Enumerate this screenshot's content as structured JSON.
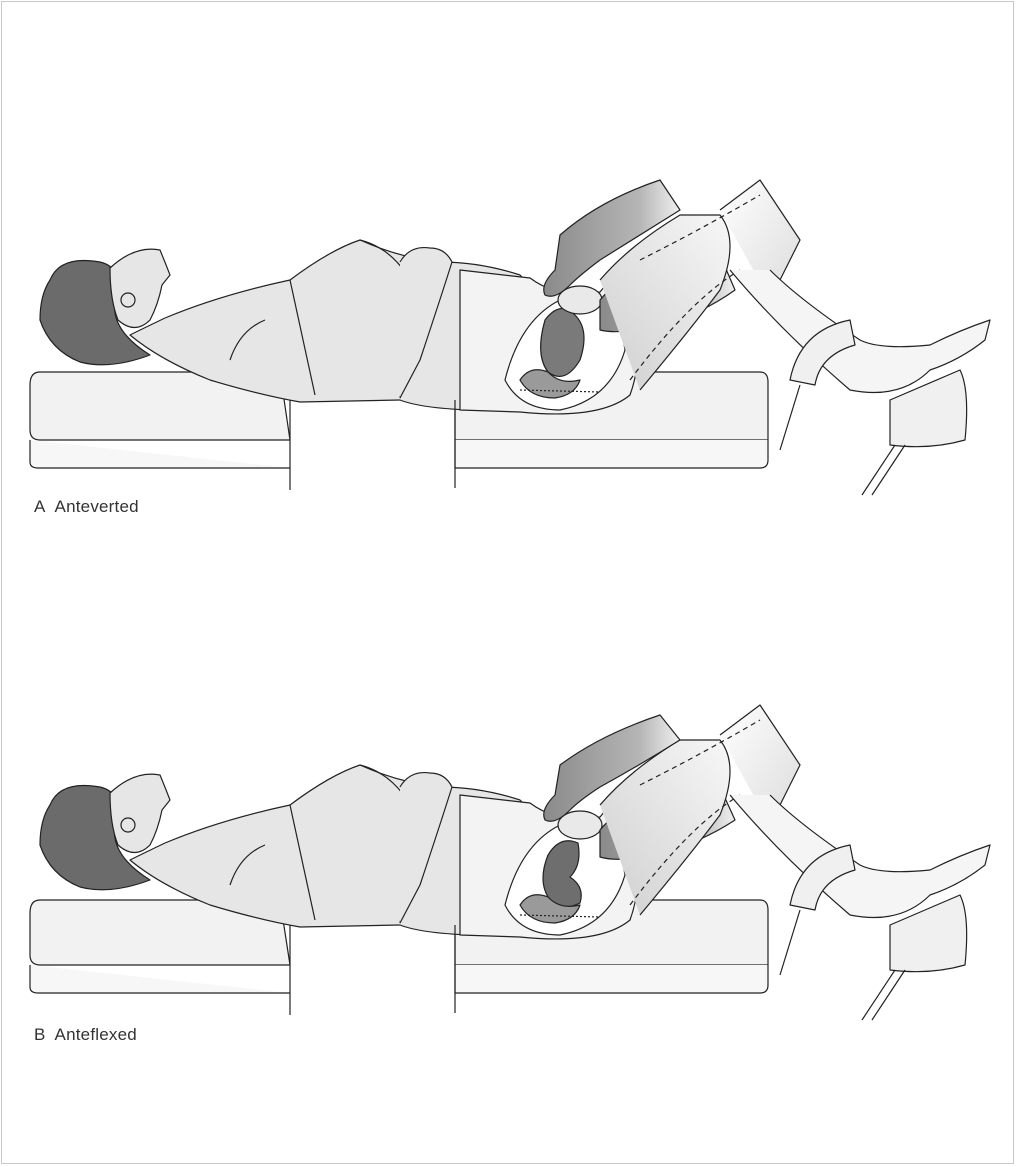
{
  "figure": {
    "panels": [
      {
        "letter": "A",
        "label": "Anteverted",
        "uterus_position": "anteverted"
      },
      {
        "letter": "B",
        "label": "Anteflexed",
        "uterus_position": "anteflexed"
      }
    ]
  },
  "colors": {
    "background": "#ffffff",
    "skin": "#e6e6e6",
    "hair": "#6b6b6b",
    "glove": "#8a8a8a",
    "organ": "#7a7a7a",
    "table": "#f2f2f2",
    "line": "#222222"
  }
}
